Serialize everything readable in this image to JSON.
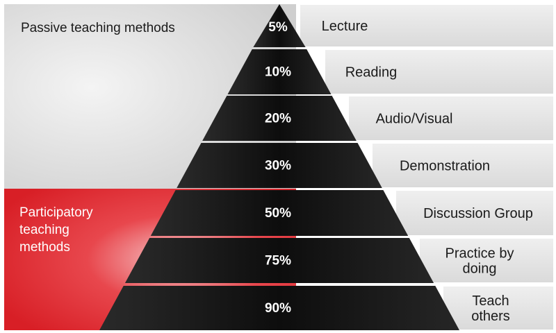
{
  "groups": {
    "passive": {
      "label": "Passive teaching methods",
      "color": "#d9d9d9"
    },
    "participatory": {
      "label_lines": [
        "Participatory",
        "teaching",
        "methods"
      ],
      "color": "#e3222a"
    }
  },
  "levels": [
    {
      "percent": "5%",
      "label_lines": [
        "Lecture"
      ]
    },
    {
      "percent": "10%",
      "label_lines": [
        "Reading"
      ]
    },
    {
      "percent": "20%",
      "label_lines": [
        "Audio/Visual"
      ]
    },
    {
      "percent": "30%",
      "label_lines": [
        "Demonstration"
      ]
    },
    {
      "percent": "50%",
      "label_lines": [
        "Discussion Group"
      ]
    },
    {
      "percent": "75%",
      "label_lines": [
        "Practice by",
        "doing"
      ]
    },
    {
      "percent": "90%",
      "label_lines": [
        "Teach",
        "others"
      ]
    }
  ],
  "colors": {
    "pyramid": "#111111",
    "band": "#e8e8e8",
    "text_dark": "#1a1a1a",
    "text_light": "#ffffff"
  }
}
